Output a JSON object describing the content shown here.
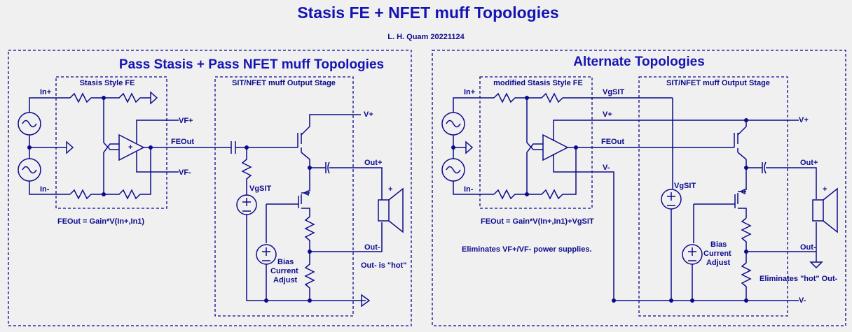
{
  "title": "Stasis FE + NFET muff Topologies",
  "author": "L. H. Quam 20221124",
  "left": {
    "heading": "Pass Stasis + Pass NFET muff Topologies",
    "fe_box": "Stasis Style FE",
    "out_box": "SIT/NFET muff Output Stage",
    "in_plus": "In+",
    "in_minus": "In-",
    "vf_plus": "VF+",
    "vf_minus": "VF-",
    "feout": "FEOut",
    "vgsit": "VgSIT",
    "v_plus": "V+",
    "out_plus": "Out+",
    "out_minus": "Out-",
    "spk_plus": "+",
    "bias1": "Bias",
    "bias2": "Current",
    "bias3": "Adjust",
    "note_out": "Out- is \"hot\"",
    "formula": "FEOut = Gain*V(In+,In1)"
  },
  "right": {
    "heading": "Alternate Topologies",
    "fe_box": "modified Stasis Style FE",
    "out_box": "SIT/NFET muff Output Stage",
    "in_plus": "In+",
    "in_minus": "In-",
    "vgsit_net": "VgSIT",
    "v_plus_net": "V+",
    "feout": "FEOut",
    "v_minus_net": "V-",
    "v_plus": "V+",
    "vgsit": "VgSIT",
    "out_plus": "Out+",
    "out_minus": "Out-",
    "spk_plus": "+",
    "bias1": "Bias",
    "bias2": "Current",
    "bias3": "Adjust",
    "v_minus": "V-",
    "formula": "FEOut = Gain*V(In+,In1)+VgSIT",
    "note_supplies": "Eliminates VF+/VF- power supplies.",
    "note_hot": "Eliminates \"hot\" Out-"
  },
  "colors": {
    "wire": "#0b0b8c",
    "title": "#1414b4",
    "background": "#f0f0f0"
  }
}
